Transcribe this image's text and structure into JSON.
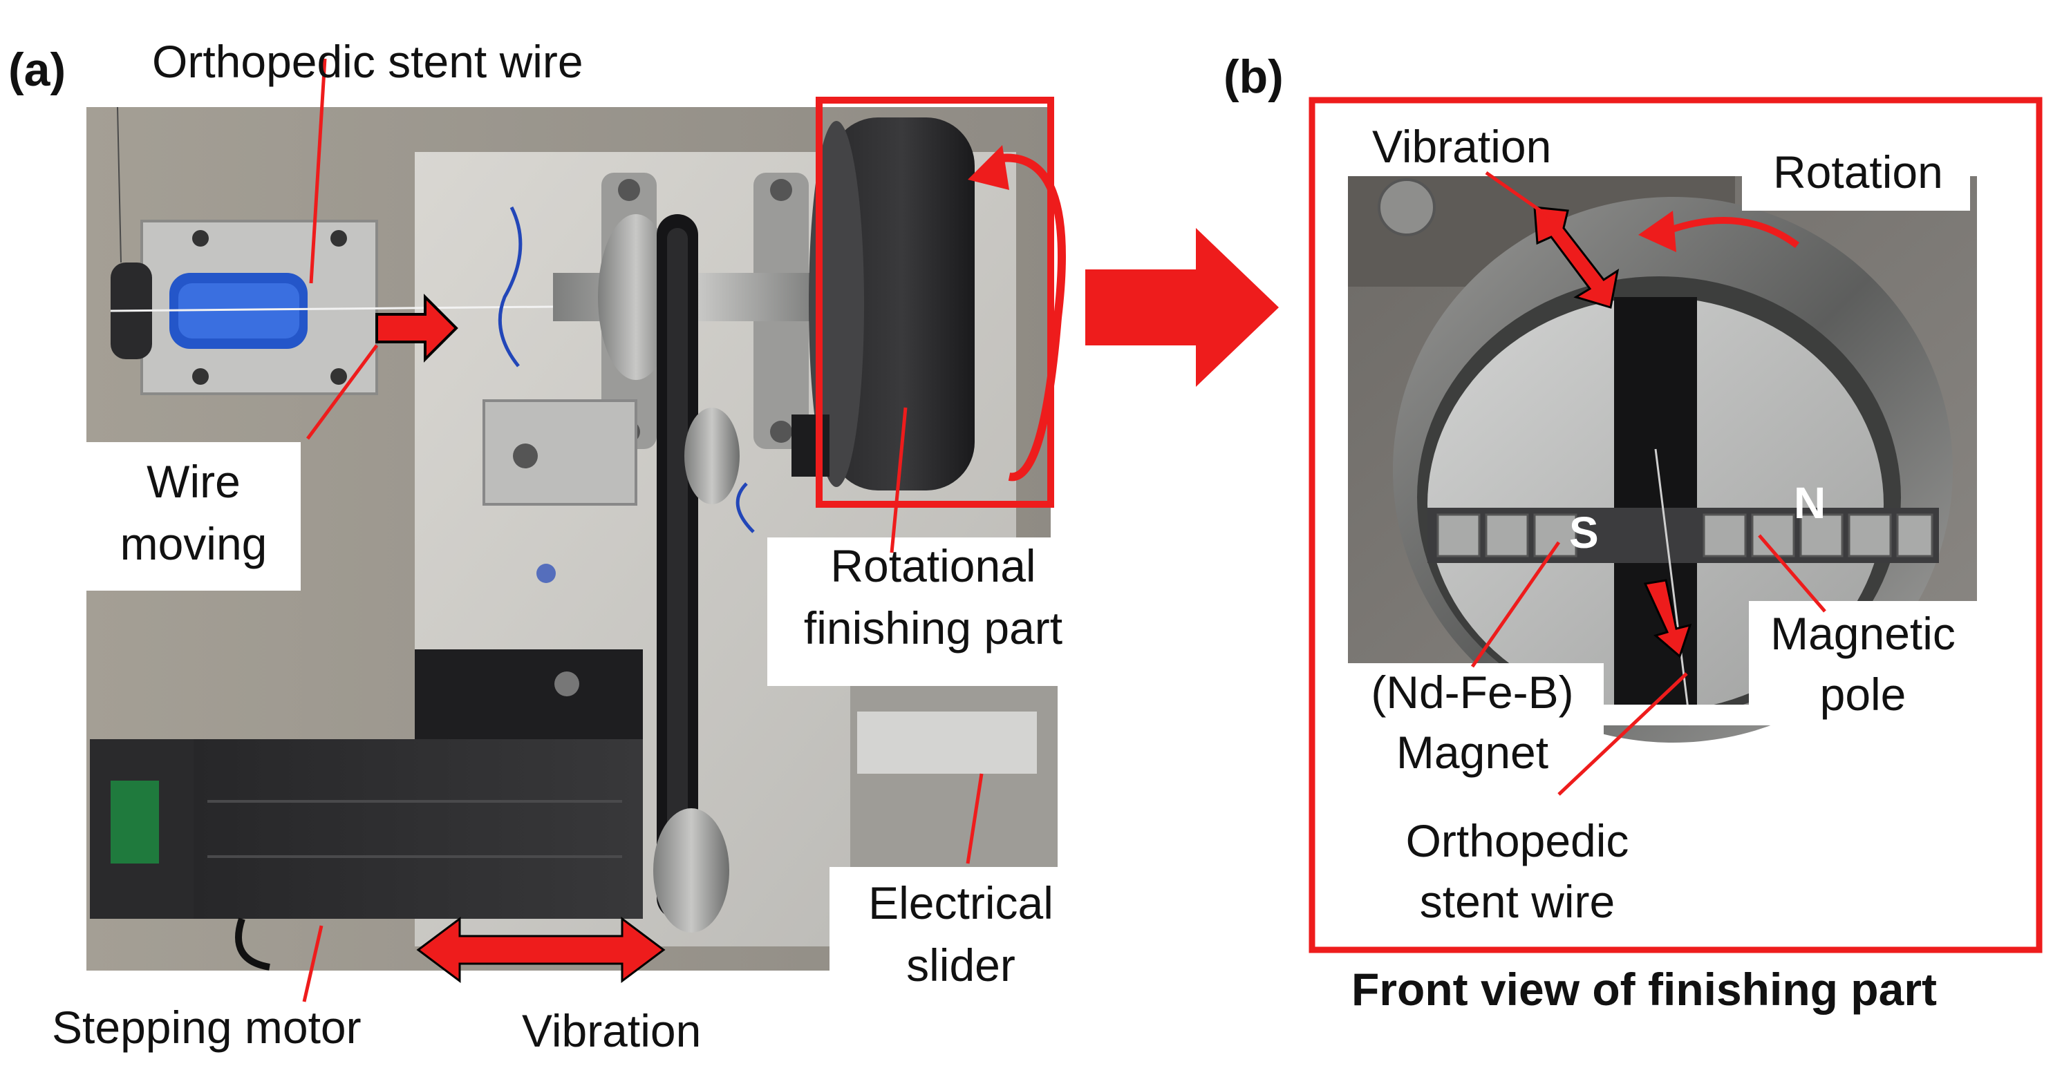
{
  "panels": {
    "a": {
      "tag": "(a)",
      "labels": {
        "stent_wire": "Orthopedic stent wire",
        "wire_moving_line1": "Wire",
        "wire_moving_line2": "moving",
        "rotational_line1": "Rotational",
        "rotational_line2": "finishing part",
        "electrical_line1": "Electrical",
        "electrical_line2": "slider",
        "stepping_motor": "Stepping motor",
        "vibration": "Vibration"
      }
    },
    "b": {
      "tag": "(b)",
      "labels": {
        "vibration": "Vibration",
        "rotation": "Rotation",
        "magnet_line1": "(Nd-Fe-B)",
        "magnet_line2": "Magnet",
        "magnetic_pole_line1": "Magnetic",
        "magnetic_pole_line2": "pole",
        "stent_line1": "Orthopedic",
        "stent_line2": "stent wire",
        "pole_s": "S",
        "pole_n": "N"
      },
      "caption": "Front view of finishing part"
    }
  },
  "colors": {
    "annotation_red": "#ee1c1c",
    "metal_light": "#c9c9c7",
    "metal_dark": "#6f706f",
    "black_part": "#1c1c1e",
    "blue_pulley": "#2456c9"
  }
}
